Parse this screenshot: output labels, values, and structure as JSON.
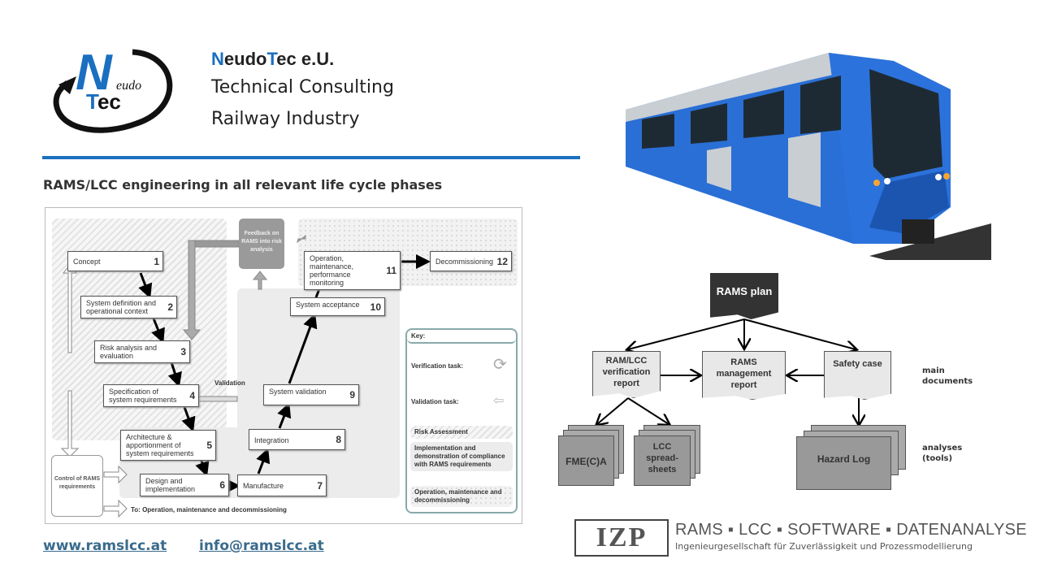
{
  "logo": {
    "text_n": "N",
    "text_eudo": "eudo",
    "text_tec": "Tec",
    "colors": {
      "blue": "#1a6fc0",
      "black": "#111"
    }
  },
  "header": {
    "company_b1": "N",
    "company_p1": "eudo",
    "company_b2": "T",
    "company_p2": "ec e.U.",
    "line2": "Technical Consulting",
    "line3": "Railway Industry"
  },
  "subtitle": "RAMS/LCC engineering in all relevant life cycle phases",
  "lifecycle": {
    "phases": [
      {
        "label": "Concept",
        "num": "1"
      },
      {
        "label": "System definition and operational context",
        "num": "2"
      },
      {
        "label": "Risk analysis and evaluation",
        "num": "3"
      },
      {
        "label": "Specification of system requirements",
        "num": "4"
      },
      {
        "label": "Architecture & apportionment of system requirements",
        "num": "5"
      },
      {
        "label": "Design and implementation",
        "num": "6"
      },
      {
        "label": "Manufacture",
        "num": "7"
      },
      {
        "label": "Integration",
        "num": "8"
      },
      {
        "label": "System validation",
        "num": "9"
      },
      {
        "label": "System acceptance",
        "num": "10"
      },
      {
        "label": "Operation, maintenance, performance monitoring",
        "num": "11"
      },
      {
        "label": "Decommissioning",
        "num": "12"
      }
    ],
    "feedback": "Feedback on RAMS into risk analysis",
    "validation_label": "Validation",
    "control": "Control of RAMS requirements",
    "to_label": "To: Operation, maintenance and decommissioning",
    "key": {
      "title": "Key:",
      "verification": "Verification task:",
      "validation": "Validation task:",
      "risk": "Risk Assessment",
      "impl": "Implementation and demonstration of compliance with RAMS requirements",
      "oper": "Operation, maintenance and decommissioning"
    }
  },
  "rams": {
    "plan": "RAMS plan",
    "ramlcc": "RAM/LCC verification report",
    "mgmt": "RAMS management report",
    "safety": "Safety case",
    "fmeca": "FME(C)A",
    "lcc": "LCC spread-sheets",
    "hazard": "Hazard Log",
    "main_docs": "main documents",
    "analyses": "analyses (tools)"
  },
  "izp": {
    "logo": "IZP",
    "title": "RAMS ▪ LCC ▪ SOFTWARE ▪ DATENANALYSE",
    "subtitle": "Ingenieurgesellschaft für Zuverlässigkeit und Prozessmodellierung"
  },
  "footer": {
    "website": "www.ramslcc.at",
    "email": "info@ramslcc.at"
  },
  "train": {
    "colors": {
      "body": "#2a6fd6",
      "roof": "#d0d4d8",
      "window": "#1e2a33"
    }
  }
}
